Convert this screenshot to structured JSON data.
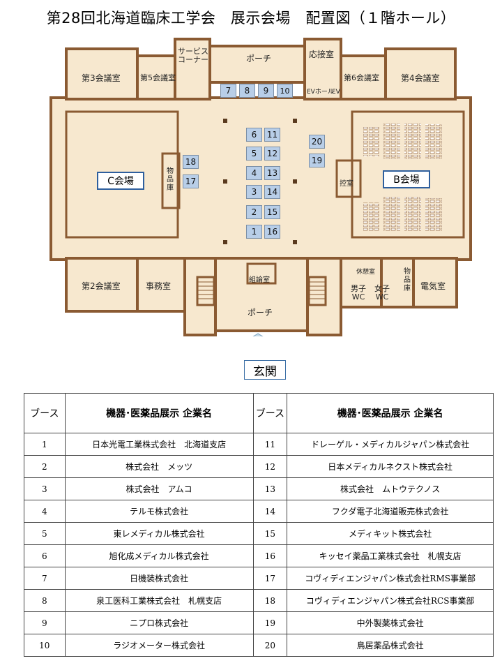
{
  "title": "第28回北海道臨床工学会　展示会場　配置図（１階ホール）",
  "floor_plan": {
    "rooms": {
      "service_corner": "サービス\nコーナー",
      "porch_top": "ポーチ",
      "reception_room": "応接室",
      "meeting_room_3": "第3会議室",
      "meeting_room_5": "第5会議室",
      "meeting_room_6": "第6会議室",
      "meeting_room_4": "第4会議室",
      "ev_hall": "EVホール",
      "ev": "EV",
      "storage_c": "物品庫",
      "green_room": "控室",
      "meeting_room_2": "第2会議室",
      "office": "事務室",
      "guard_room": "組論室",
      "porch_bottom": "ポーチ",
      "nursing_room": "休憩室",
      "mens_wc": "男子\nWC",
      "womens_wc": "女子\nWC",
      "storage_b": "物品庫",
      "electrical_room": "電気室"
    },
    "venue_c": "C会場",
    "venue_b": "B会場",
    "entrance": "玄関",
    "booth_numbers": [
      "1",
      "2",
      "3",
      "4",
      "5",
      "6",
      "7",
      "8",
      "9",
      "10",
      "11",
      "12",
      "13",
      "14",
      "15",
      "16",
      "17",
      "18",
      "19",
      "20"
    ]
  },
  "table": {
    "headers": [
      "ブース",
      "機器･医薬品展示 企業名",
      "ブース",
      "機器･医薬品展示 企業名"
    ],
    "rows": [
      {
        "n1": "1",
        "c1": "日本光電工業株式会社　北海道支店",
        "n2": "11",
        "c2": "ドレーゲル・メディカルジャパン株式会社"
      },
      {
        "n1": "2",
        "c1": "株式会社　メッツ",
        "n2": "12",
        "c2": "日本メディカルネクスト株式会社"
      },
      {
        "n1": "3",
        "c1": "株式会社　アムコ",
        "n2": "13",
        "c2": "株式会社　ムトウテクノス"
      },
      {
        "n1": "4",
        "c1": "テルモ株式会社",
        "n2": "14",
        "c2": "フクダ電子北海道販売株式会社"
      },
      {
        "n1": "5",
        "c1": "東レメディカル株式会社",
        "n2": "15",
        "c2": "メディキット株式会社"
      },
      {
        "n1": "6",
        "c1": "旭化成メディカル株式会社",
        "n2": "16",
        "c2": "キッセイ薬品工業株式会社　札幌支店"
      },
      {
        "n1": "7",
        "c1": "日機装株式会社",
        "n2": "17",
        "c2": "コヴィディエンジャパン株式会社RMS事業部"
      },
      {
        "n1": "8",
        "c1": "泉工医科工業株式会社　札幌支店",
        "n2": "18",
        "c2": "コヴィディエンジャパン株式会社RCS事業部"
      },
      {
        "n1": "9",
        "c1": "ニプロ株式会社",
        "n2": "19",
        "c2": "中外製薬株式会社"
      },
      {
        "n1": "10",
        "c1": "ラジオメーター株式会社",
        "n2": "20",
        "c2": "鳥居薬品株式会社"
      }
    ]
  },
  "colors": {
    "floor": "#f7e8cf",
    "wall": "#8a5a32",
    "booth": "#b8cee8",
    "venue_border": "#2e5f9e"
  }
}
